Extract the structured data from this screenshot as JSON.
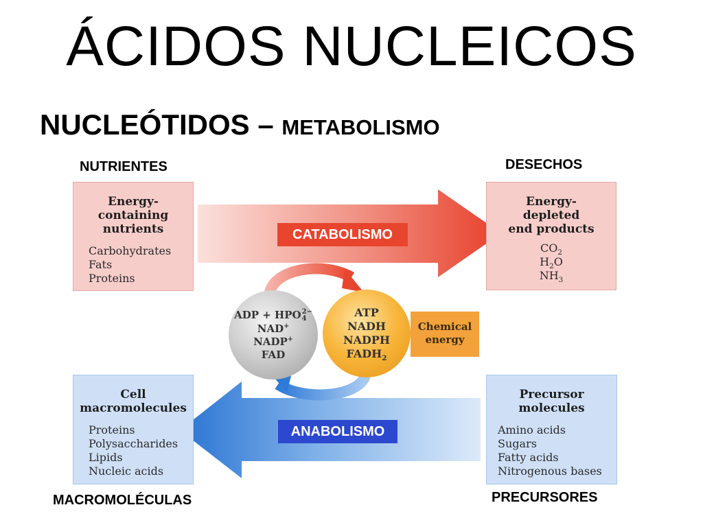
{
  "title": "ÁCIDOS NUCLEICOS",
  "subtitle": {
    "main": "NUCLEÓTIDOS – ",
    "secondary": "METABOLISMO"
  },
  "labels": {
    "nutrientes": "NUTRIENTES",
    "desechos": "DESECHOS",
    "macromoleculas": "MACROMOLÉCULAS",
    "precursores": "PRECURSORES"
  },
  "nutrients_box": {
    "heading": [
      "Energy-",
      "containing",
      "nutrients"
    ],
    "items": [
      "Carbohydrates",
      "Fats",
      "Proteins"
    ]
  },
  "end_products_box": {
    "heading": [
      "Energy-",
      "depleted",
      "end products"
    ],
    "items": [
      {
        "base": "CO",
        "sub": "2",
        "tail": ""
      },
      {
        "base": "H",
        "sub": "2",
        "tail": "O"
      },
      {
        "base": "NH",
        "sub": "3",
        "tail": ""
      }
    ]
  },
  "macromolecules_box": {
    "heading": [
      "Cell",
      "macromolecules"
    ],
    "items": [
      "Proteins",
      "Polysaccharides",
      "Lipids",
      "Nucleic acids"
    ]
  },
  "precursor_box": {
    "heading": [
      "Precursor",
      "molecules"
    ],
    "items": [
      "Amino acids",
      "Sugars",
      "Fatty acids",
      "Nitrogenous bases"
    ]
  },
  "catabolism_label": "CATABOLISMO",
  "anabolism_label": "ANABOLISMO",
  "gray_circle": {
    "line1": {
      "base": "ADP + HPO",
      "sup": "2−",
      "sub": "4"
    },
    "line2": {
      "base": "NAD",
      "sup": "+"
    },
    "line3": {
      "base": "NADP",
      "sup": "+"
    },
    "line4": "FAD"
  },
  "orange_circle": {
    "line1": "ATP",
    "line2": "NADH",
    "line3": "NADPH",
    "line4": {
      "base": "FADH",
      "sub": "2"
    }
  },
  "chemical_energy": [
    "Chemical",
    "energy"
  ],
  "colors": {
    "catabolism_arrow": "#e8452e",
    "anabolism_arrow": "#2f7ad6",
    "pink_box": "#f7cdca",
    "blue_box": "#cfe0f6",
    "anabolism_pill": "#2c48cf",
    "chemical_energy": "#f3a23b"
  }
}
